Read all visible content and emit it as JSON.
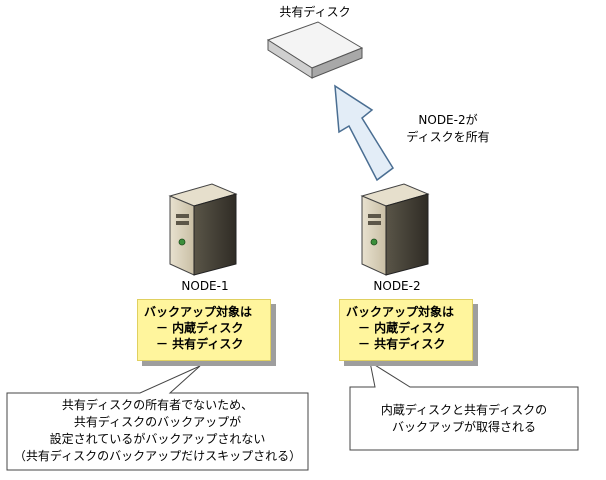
{
  "shared_disk": {
    "label": "共有ディスク"
  },
  "ownership": {
    "line1": "NODE-2が",
    "line2": "ディスクを所有"
  },
  "node1": {
    "label": "NODE-1",
    "note": {
      "title": "バックアップ対象は",
      "item1": "－ 内蔵ディスク",
      "item2": "－ 共有ディスク"
    },
    "callout": {
      "line1": "共有ディスクの所有者でないため、",
      "line2": "共有ディスクのバックアップが",
      "line3": "設定されているがバックアップされない",
      "line4": "（共有ディスクのバックアップだけスキップされる）"
    }
  },
  "node2": {
    "label": "NODE-2",
    "note": {
      "title": "バックアップ対象は",
      "item1": "－ 内蔵ディスク",
      "item2": "－ 共有ディスク"
    },
    "callout": {
      "line1": "内蔵ディスクと共有ディスクの",
      "line2": "バックアップが取得される"
    }
  },
  "colors": {
    "note_fill": "#fff59d",
    "arrow_fill": "#e3edf7",
    "arrow_stroke": "#4a6e92"
  }
}
